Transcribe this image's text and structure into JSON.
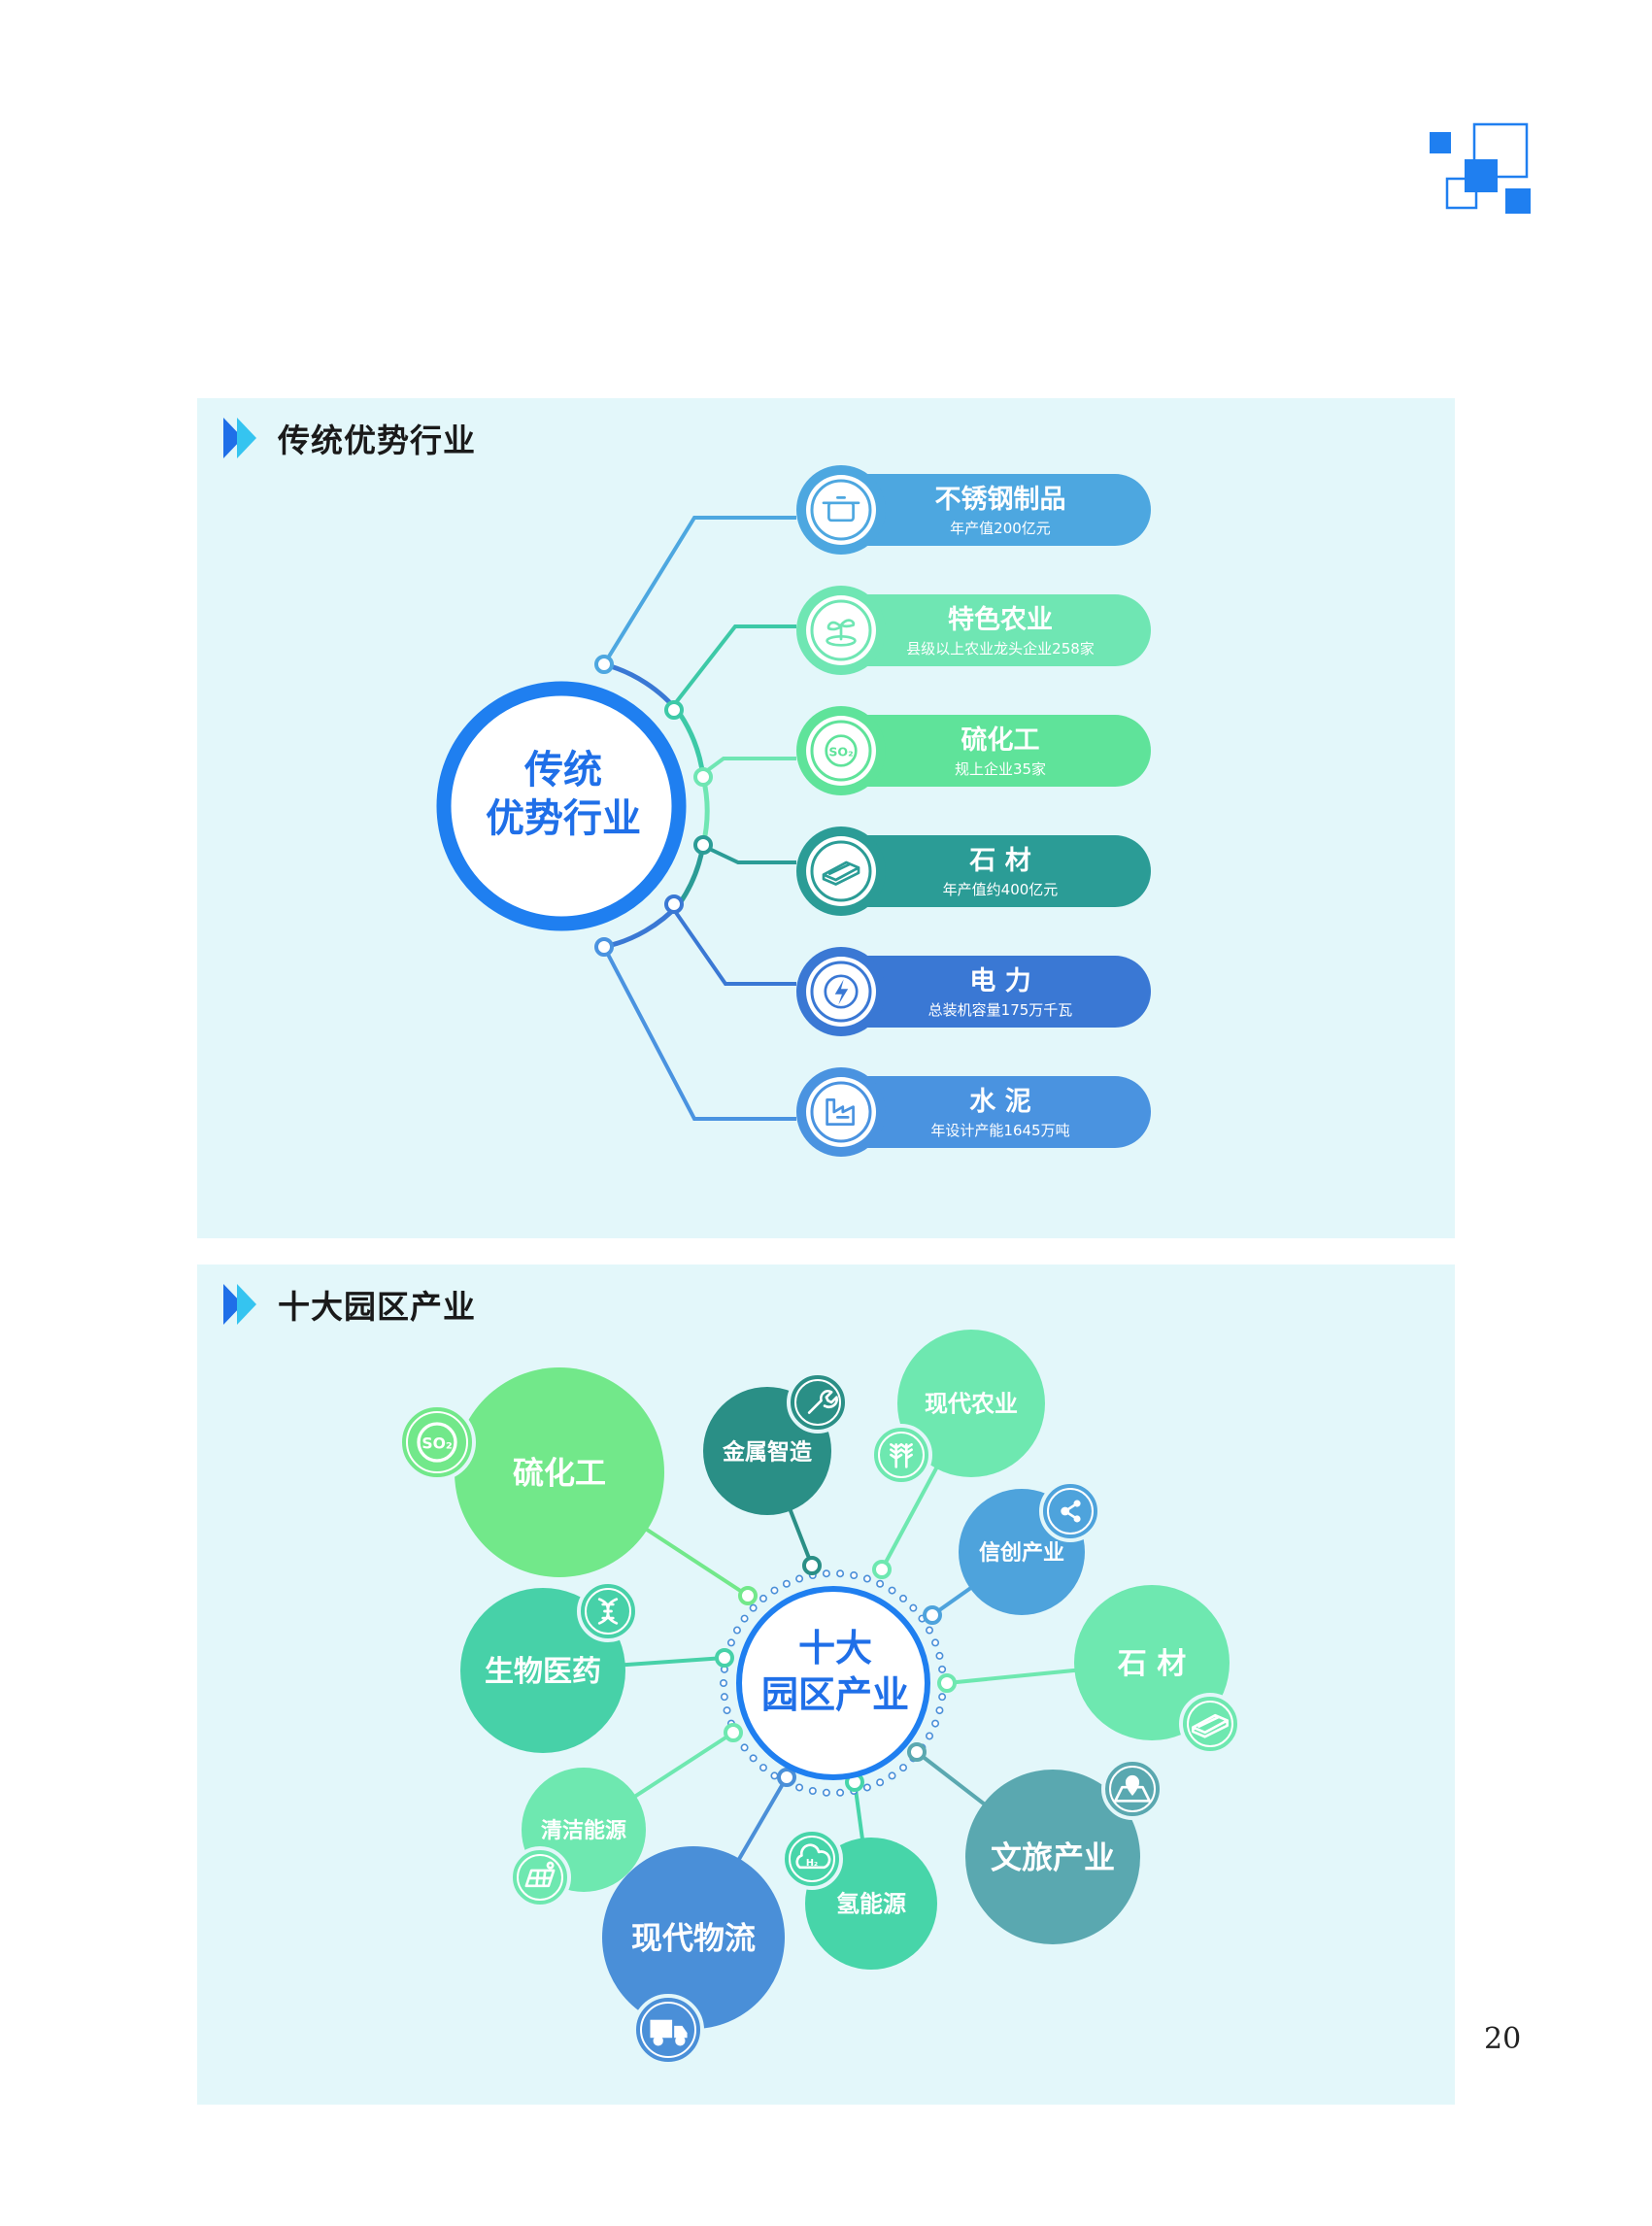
{
  "page_number": "20",
  "section1": {
    "title": "传统优势行业",
    "center_line1": "传统",
    "center_line2": "优势行业",
    "items": [
      {
        "name": "不锈钢制品",
        "desc": "年产值200亿元",
        "icon": "pot-icon",
        "color": "#4da7e0"
      },
      {
        "name": "特色农业",
        "desc": "县级以上农业龙头企业258家",
        "icon": "sprout-icon",
        "color": "#6fe6b3"
      },
      {
        "name": "硫化工",
        "desc": "规上企业35家",
        "icon": "so2-icon",
        "color": "#5fe39a"
      },
      {
        "name": "石 材",
        "desc": "年产值约400亿元",
        "icon": "stone-slab-icon",
        "color": "#2b9c96"
      },
      {
        "name": "电 力",
        "desc": "总装机容量175万千瓦",
        "icon": "lightning-icon",
        "color": "#3a78d4"
      },
      {
        "name": "水 泥",
        "desc": "年设计产能1645万吨",
        "icon": "factory-icon",
        "color": "#4a93e0"
      }
    ]
  },
  "section2": {
    "title": "十大园区产业",
    "center_line1": "十大",
    "center_line2": "园区产业",
    "bubbles": [
      {
        "label": "硫化工",
        "icon": "so2-icon",
        "color": "#72e88a"
      },
      {
        "label": "金属智造",
        "icon": "wrench-icon",
        "color": "#2a8f86"
      },
      {
        "label": "现代农业",
        "icon": "wheat-icon",
        "color": "#6ee8b0"
      },
      {
        "label": "信创产业",
        "icon": "network-icon",
        "color": "#4ea3dc"
      },
      {
        "label": "石 材",
        "icon": "stone-slab-icon",
        "color": "#6ee8b0"
      },
      {
        "label": "文旅产业",
        "icon": "map-icon",
        "color": "#5aa8b0"
      },
      {
        "label": "氢能源",
        "icon": "hydrogen-cloud-icon",
        "color": "#47d5a9"
      },
      {
        "label": "现代物流",
        "icon": "truck-icon",
        "color": "#4a8fd8"
      },
      {
        "label": "清洁能源",
        "icon": "solar-panel-icon",
        "color": "#6ee8b0"
      },
      {
        "label": "生物医药",
        "icon": "dna-icon",
        "color": "#47d1a8"
      }
    ]
  }
}
